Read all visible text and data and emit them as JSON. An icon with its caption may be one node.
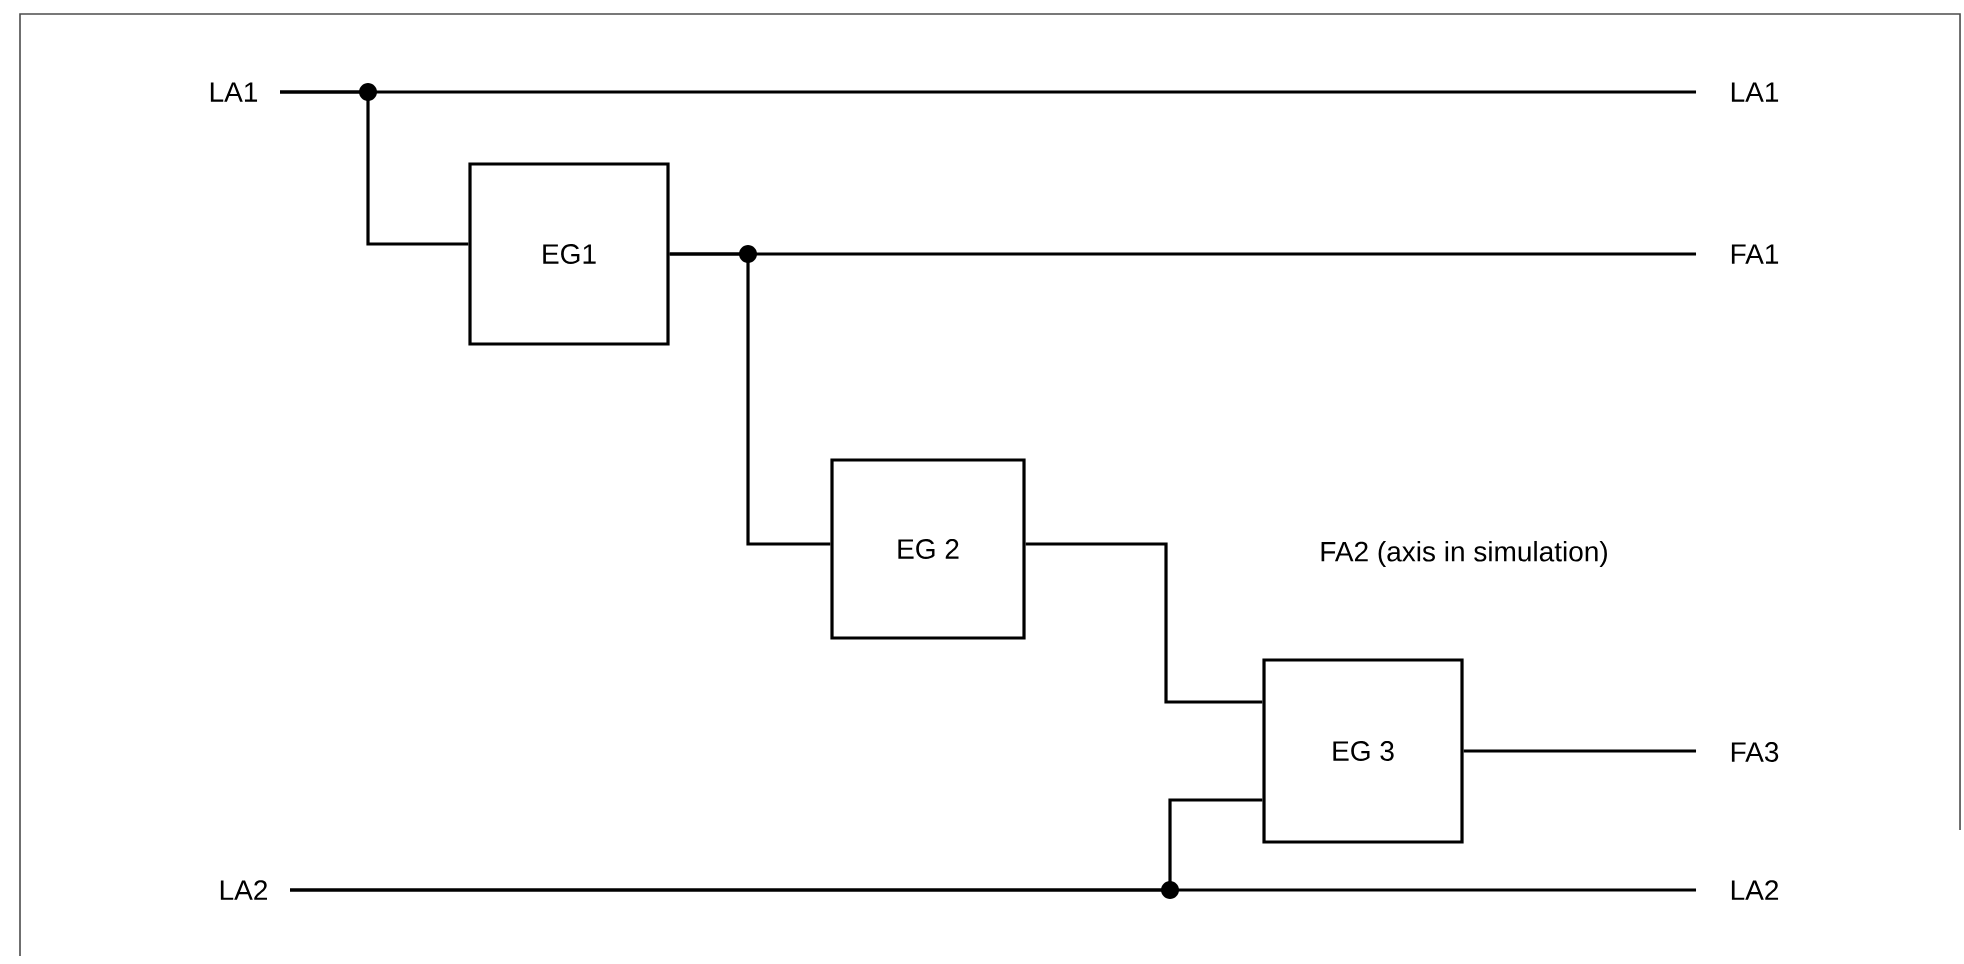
{
  "diagram": {
    "nodes": [
      {
        "text": [
          "LA1"
        ]
      },
      {
        "text": [
          "LA1"
        ]
      },
      {
        "text": [
          "EG1"
        ]
      },
      {
        "text": [
          "FA1"
        ]
      },
      {
        "text": [
          "EG 2"
        ]
      },
      {
        "text": [
          "EG 3"
        ]
      },
      {
        "text": [
          "FA3"
        ]
      },
      {
        "text": [
          "LA2"
        ]
      },
      {
        "text": [
          "LA2"
        ]
      }
    ],
    "edges": [
      {
        "from": 0,
        "to": 1,
        "arrow": "none"
      },
      {
        "from": 0,
        "to": 2,
        "arrow": "none"
      },
      {
        "from": 2,
        "to": 3,
        "arrow": "none"
      },
      {
        "from": 2,
        "to": 4,
        "arrow": "none"
      },
      {
        "from": 4,
        "to": 5,
        "arrow": "none"
      },
      {
        "from": 5,
        "to": 6,
        "arrow": "none"
      },
      {
        "from": 7,
        "to": 8,
        "arrow": "none"
      },
      {
        "from": 7,
        "to": 5,
        "arrow": "none"
      }
    ],
    "labels": [
      "FA2 (axis in simulation)"
    ]
  }
}
